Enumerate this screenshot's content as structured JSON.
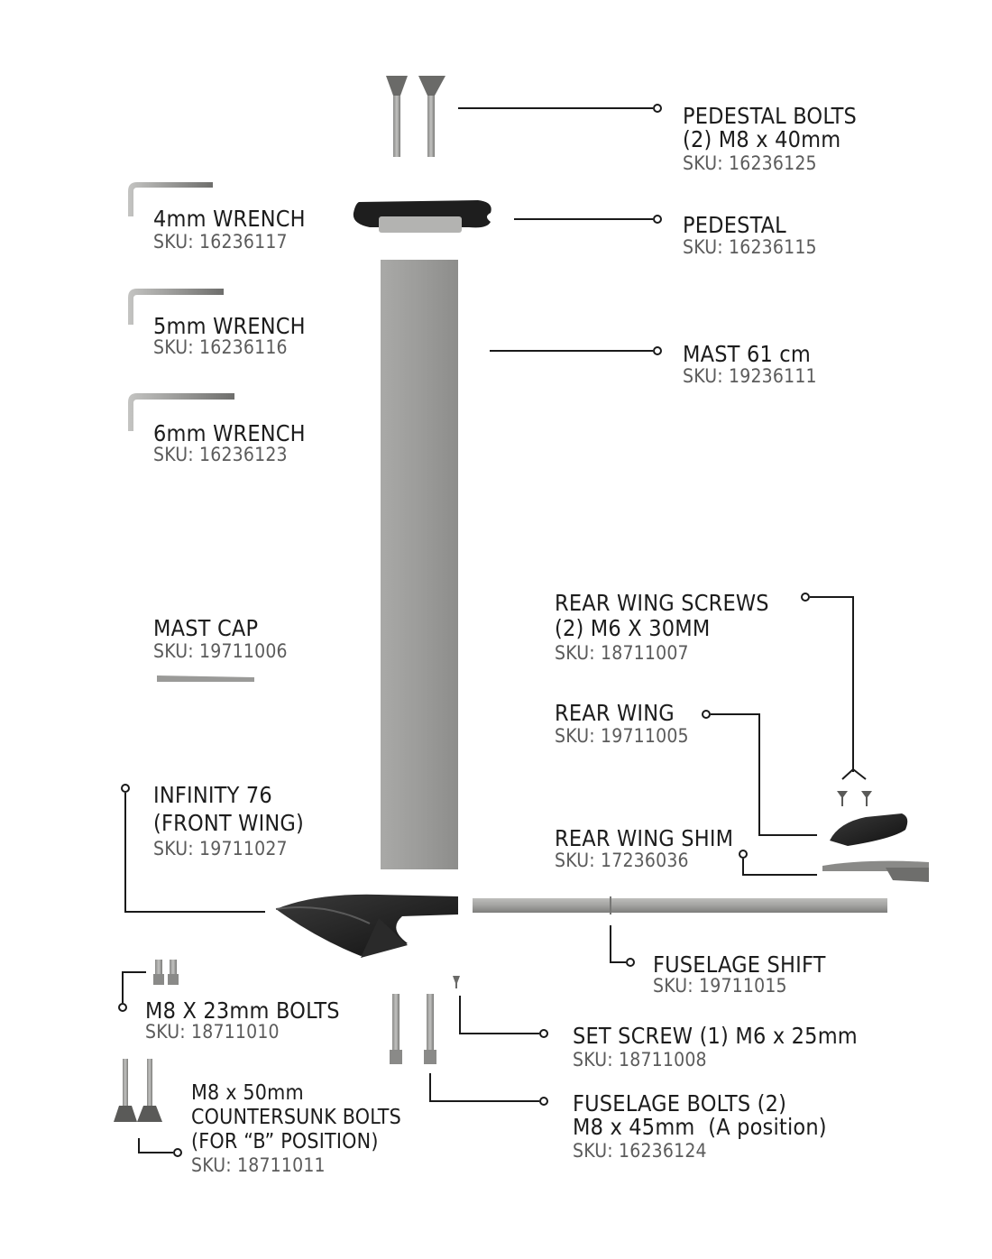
{
  "parts": {
    "pedestal_bolts": {
      "title": [
        "PEDESTAL BOLTS",
        "(2) M8 x 40mm"
      ],
      "sku": "SKU: 16236125"
    },
    "pedestal": {
      "title": [
        "PEDESTAL"
      ],
      "sku": "SKU: 16236115"
    },
    "mast": {
      "title": [
        "MAST 61 cm"
      ],
      "sku": "SKU: 19236111"
    },
    "wrench_4mm": {
      "title": [
        "4mm WRENCH"
      ],
      "sku": "SKU: 16236117"
    },
    "wrench_5mm": {
      "title": [
        "5mm WRENCH"
      ],
      "sku": "SKU: 16236116"
    },
    "wrench_6mm": {
      "title": [
        "6mm WRENCH"
      ],
      "sku": "SKU: 16236123"
    },
    "mast_cap": {
      "title": [
        "MAST CAP"
      ],
      "sku": "SKU: 19711006"
    },
    "rear_wing_screws": {
      "title": [
        "REAR WING SCREWS",
        "(2) M6 X 30MM"
      ],
      "sku": "SKU: 18711007"
    },
    "rear_wing": {
      "title": [
        "REAR WING"
      ],
      "sku": "SKU: 19711005"
    },
    "rear_wing_shim": {
      "title": [
        "REAR WING SHIM"
      ],
      "sku": "SKU: 17236036"
    },
    "front_wing": {
      "title": [
        "INFINITY 76",
        "(FRONT WING)"
      ],
      "sku": "SKU: 19711027"
    },
    "fuselage_shift": {
      "title": [
        "FUSELAGE SHIFT"
      ],
      "sku": "SKU: 19711015"
    },
    "m8x23_bolts": {
      "title": [
        "M8 X 23mm BOLTS"
      ],
      "sku": "SKU: 18711010"
    },
    "set_screw": {
      "title": [
        "SET SCREW (1) M6 x 25mm"
      ],
      "sku": "SKU: 18711008"
    },
    "countersunk_bolts": {
      "title": [
        "M8 x 50mm",
        "COUNTERSUNK BOLTS",
        "(FOR “B” POSITION)"
      ],
      "sku": "SKU: 18711011"
    },
    "fuselage_bolts": {
      "title": [
        "FUSELAGE BOLTS (2)",
        "M8 x 45mm  (A position)"
      ],
      "sku": "SKU: 16236124"
    }
  },
  "colors": {
    "text": "#1c1c1c",
    "sku": "#5b5b5b",
    "line": "#1a1a1a",
    "metal": "#9a9a98",
    "dark": "#1e1e1e"
  }
}
